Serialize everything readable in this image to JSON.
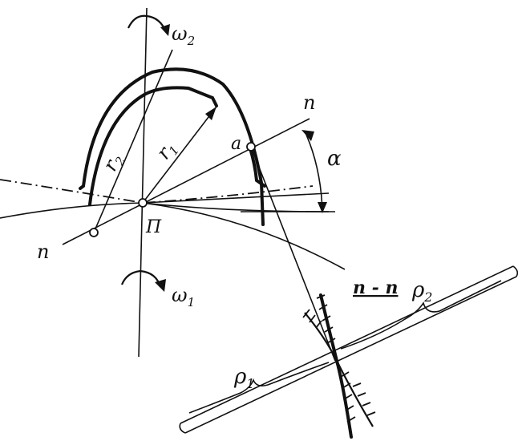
{
  "labels": {
    "omega2": "ω",
    "omega2_sub": "2",
    "omega1": "ω",
    "omega1_sub": "1",
    "r1": "r",
    "r1_sub": "1",
    "r2": "r",
    "r2_sub": "2",
    "n_upper": "n",
    "n_lower": "n",
    "point_a": "a",
    "pole": "П",
    "alpha": "α",
    "section": "n - n",
    "rho1": "ρ",
    "rho1_sub": "1",
    "rho2": "ρ",
    "rho2_sub": "2"
  }
}
